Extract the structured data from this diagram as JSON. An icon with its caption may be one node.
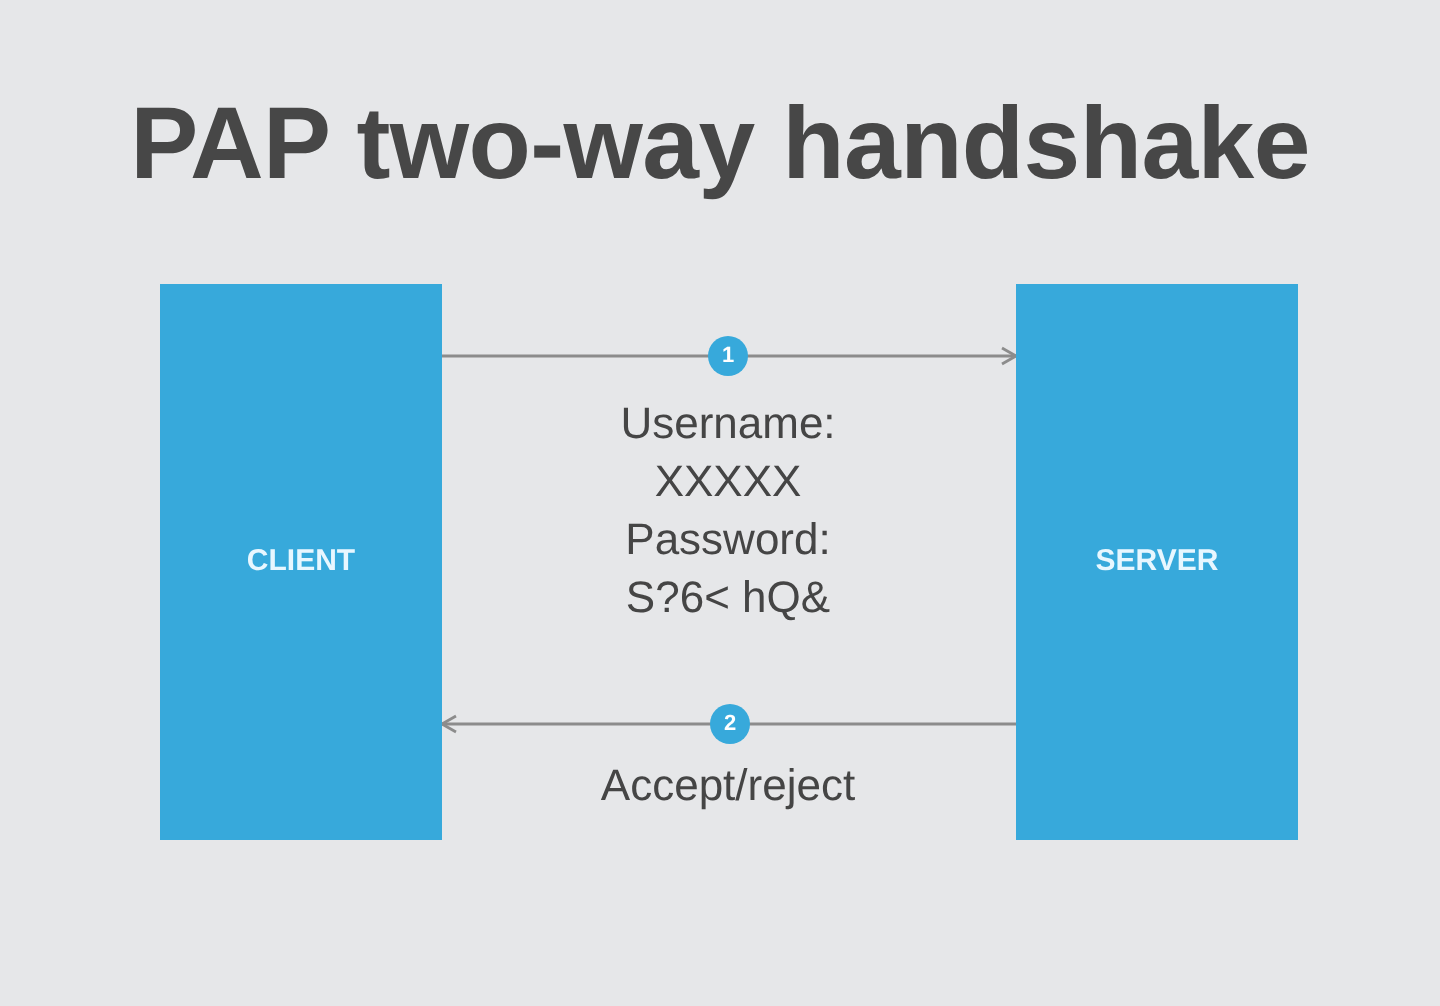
{
  "diagram": {
    "title": "PAP two-way handshake",
    "nodes": [
      {
        "text": [
          "CLIENT"
        ]
      },
      {
        "text": [
          "SERVER"
        ]
      }
    ],
    "edges": [
      {
        "from": 0,
        "to": 1,
        "arrow": "to",
        "label": "Username: XXXXX Password: S?6< hQ&"
      },
      {
        "from": 1,
        "to": 0,
        "arrow": "to",
        "label": "Accept/reject"
      }
    ],
    "labels": [
      "1",
      "2"
    ]
  }
}
